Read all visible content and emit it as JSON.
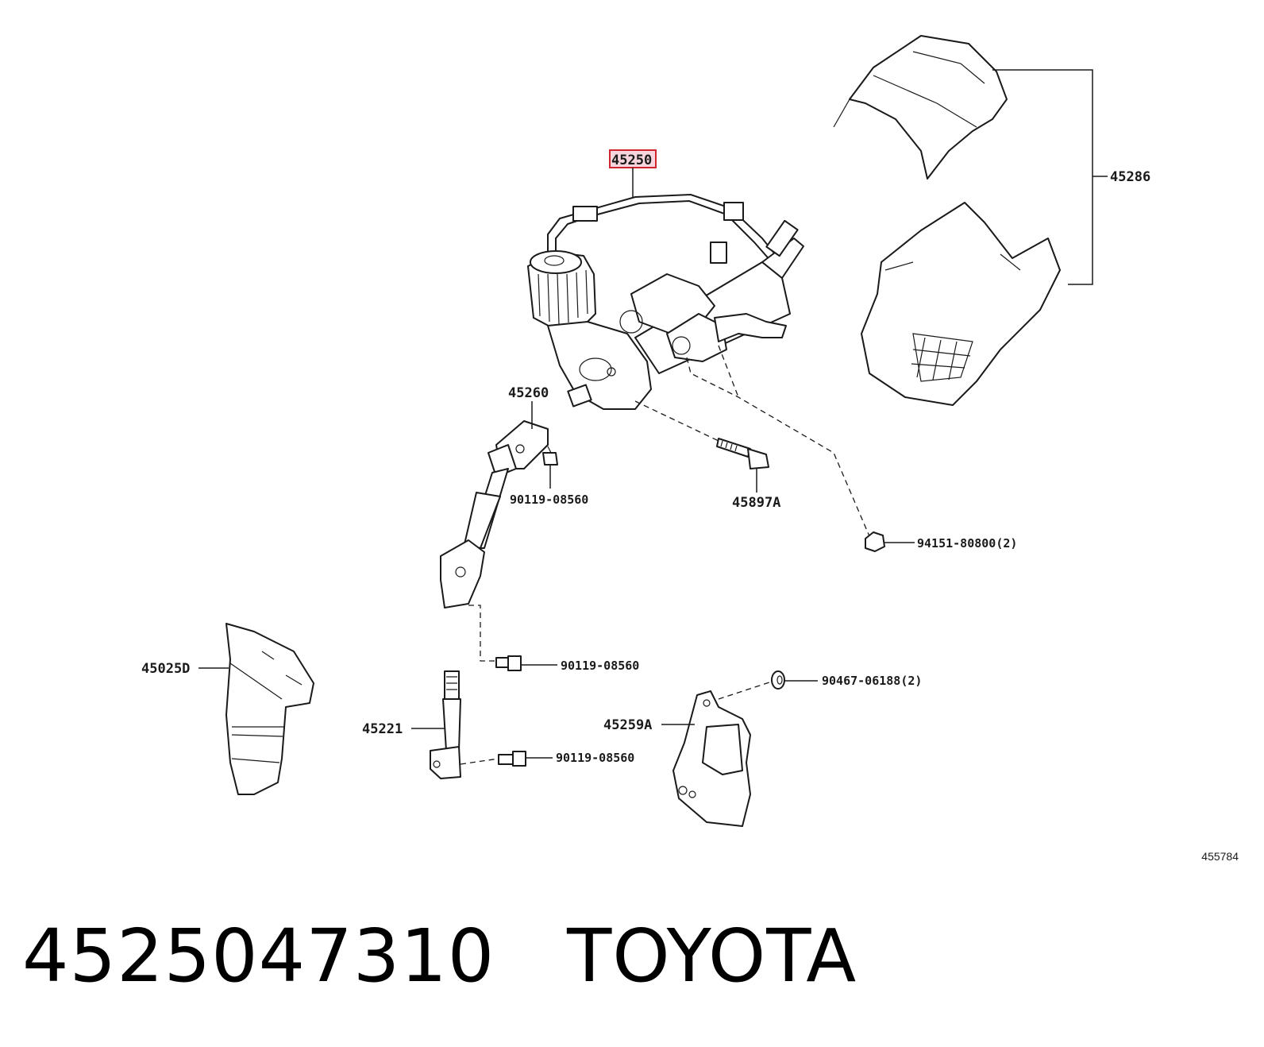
{
  "labels": {
    "p45250": "45250",
    "p45286": "45286",
    "p45260": "45260",
    "p90119a": "90119-08560",
    "p45897a": "45897A",
    "p94151": "94151-80800(2)",
    "p45025d": "45025D",
    "p90119b": "90119-08560",
    "p45221": "45221",
    "p90119c": "90119-08560",
    "p45259a": "45259A",
    "p90467": "90467-06188(2)"
  },
  "ref_code": "455784",
  "footer": {
    "part_number": "4525047310",
    "brand": "TOYOTA"
  },
  "colors": {
    "highlight_fill": "#f6d6dc",
    "highlight_border": "#d0242f"
  }
}
